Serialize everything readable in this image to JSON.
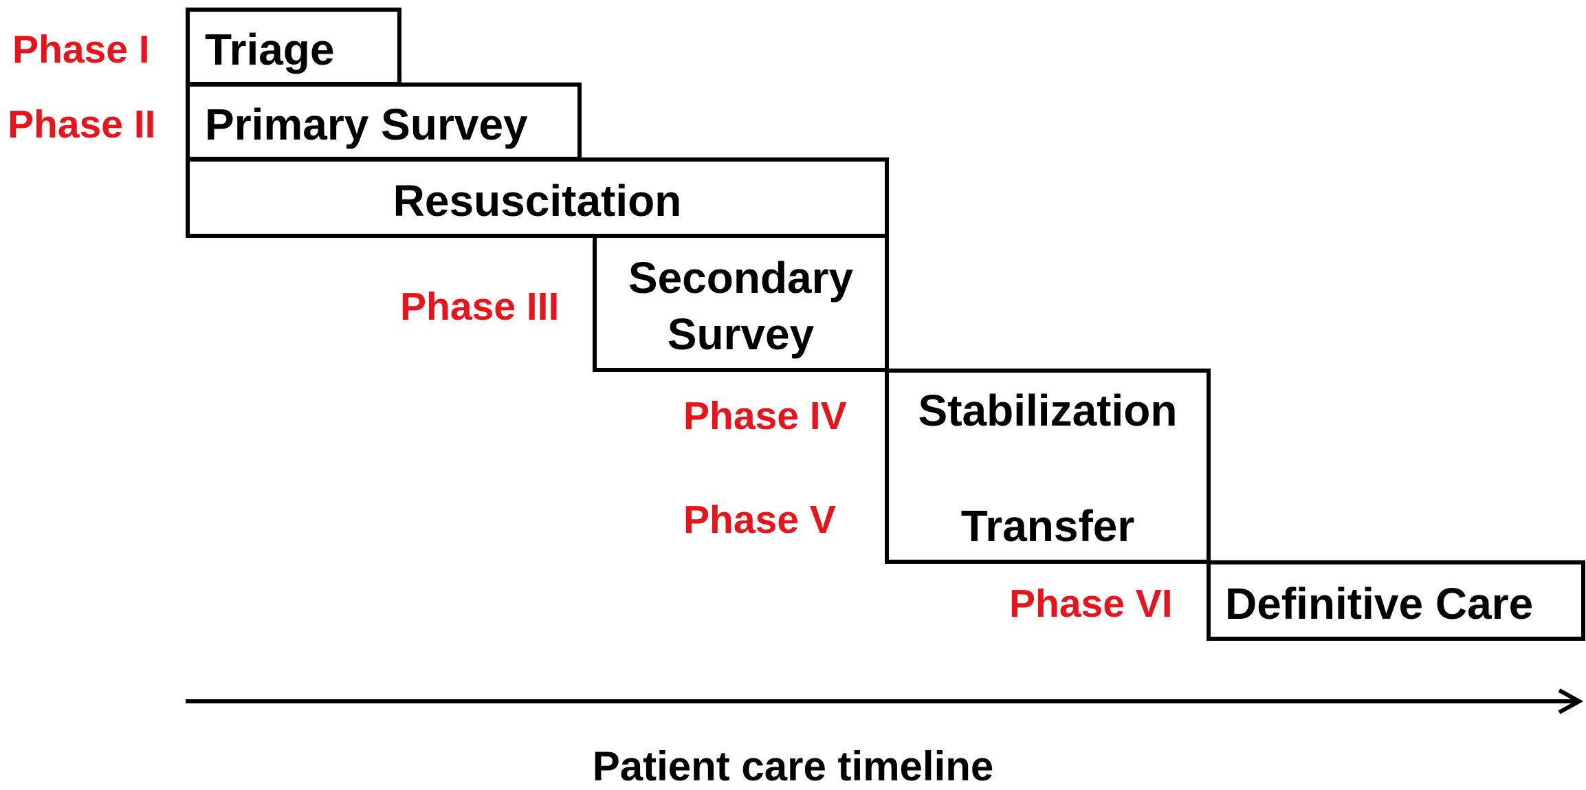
{
  "phases": {
    "phase1": "Phase I",
    "phase2": "Phase II",
    "phase3": "Phase III",
    "phase4": "Phase IV",
    "phase5": "Phase V",
    "phase6": "Phase VI"
  },
  "steps": {
    "triage": "Triage",
    "primary_survey": "Primary Survey",
    "resuscitation": "Resuscitation",
    "secondary_survey_line1": "Secondary",
    "secondary_survey_line2": "Survey",
    "stabilization": "Stabilization",
    "transfer": "Transfer",
    "definitive_care": "Definitive Care"
  },
  "timeline": {
    "label": "Patient care timeline"
  },
  "colors": {
    "phase_label": "#e8141b",
    "box_border": "#000000",
    "text": "#000000"
  }
}
